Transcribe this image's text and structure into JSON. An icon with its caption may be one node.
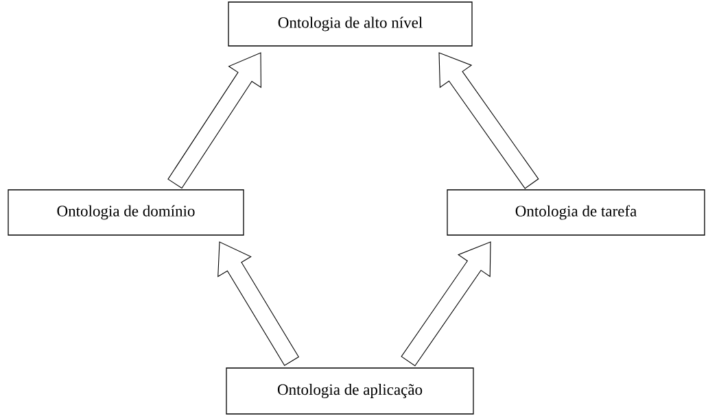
{
  "diagram": {
    "nodes": [
      {
        "text": [
          "Ontologia de alto nível"
        ]
      },
      {
        "text": [
          "Ontologia de domínio"
        ]
      },
      {
        "text": [
          "Ontologia de tarefa"
        ]
      },
      {
        "text": [
          "Ontologia de aplicação"
        ]
      }
    ],
    "edges": [
      {
        "from": 3,
        "to": 1,
        "arrow": "to"
      },
      {
        "from": 3,
        "to": 2,
        "arrow": "to"
      },
      {
        "from": 1,
        "to": 0,
        "arrow": "to"
      },
      {
        "from": 2,
        "to": 0,
        "arrow": "to"
      }
    ]
  }
}
